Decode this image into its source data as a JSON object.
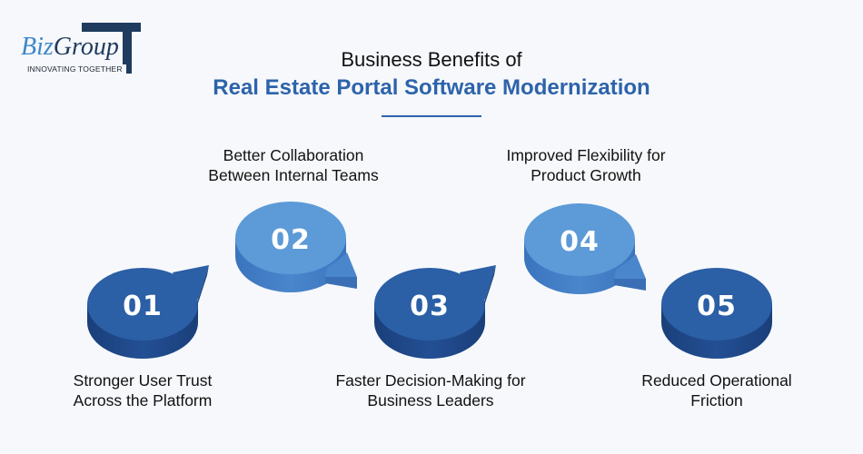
{
  "logo": {
    "brand_part1": "Biz",
    "brand_part2": "Group",
    "tagline": "INNOVATING TOGETHER"
  },
  "header": {
    "title_line1": "Business Benefits of",
    "title_line2": "Real Estate Portal Software Modernization"
  },
  "steps": [
    {
      "number": "01",
      "line1": "Stronger User Trust",
      "line2": "Across the Platform",
      "color": "#2b5fa6",
      "position": "bottom"
    },
    {
      "number": "02",
      "line1": "Better Collaboration",
      "line2": "Between Internal Teams",
      "color": "#5c9ad8",
      "position": "top"
    },
    {
      "number": "03",
      "line1": "Faster Decision-Making for",
      "line2": "Business Leaders",
      "color": "#2b5fa6",
      "position": "bottom"
    },
    {
      "number": "04",
      "line1": "Improved Flexibility for",
      "line2": "Product Growth",
      "color": "#5c9ad8",
      "position": "top"
    },
    {
      "number": "05",
      "line1": "Reduced Operational",
      "line2": "Friction",
      "color": "#2b5fa6",
      "position": "bottom"
    }
  ],
  "colors": {
    "dark_blue": "#2b5fa6",
    "light_blue": "#5c9ad8",
    "title_blue": "#2d63ab",
    "logo_navy": "#1f3b5e"
  }
}
